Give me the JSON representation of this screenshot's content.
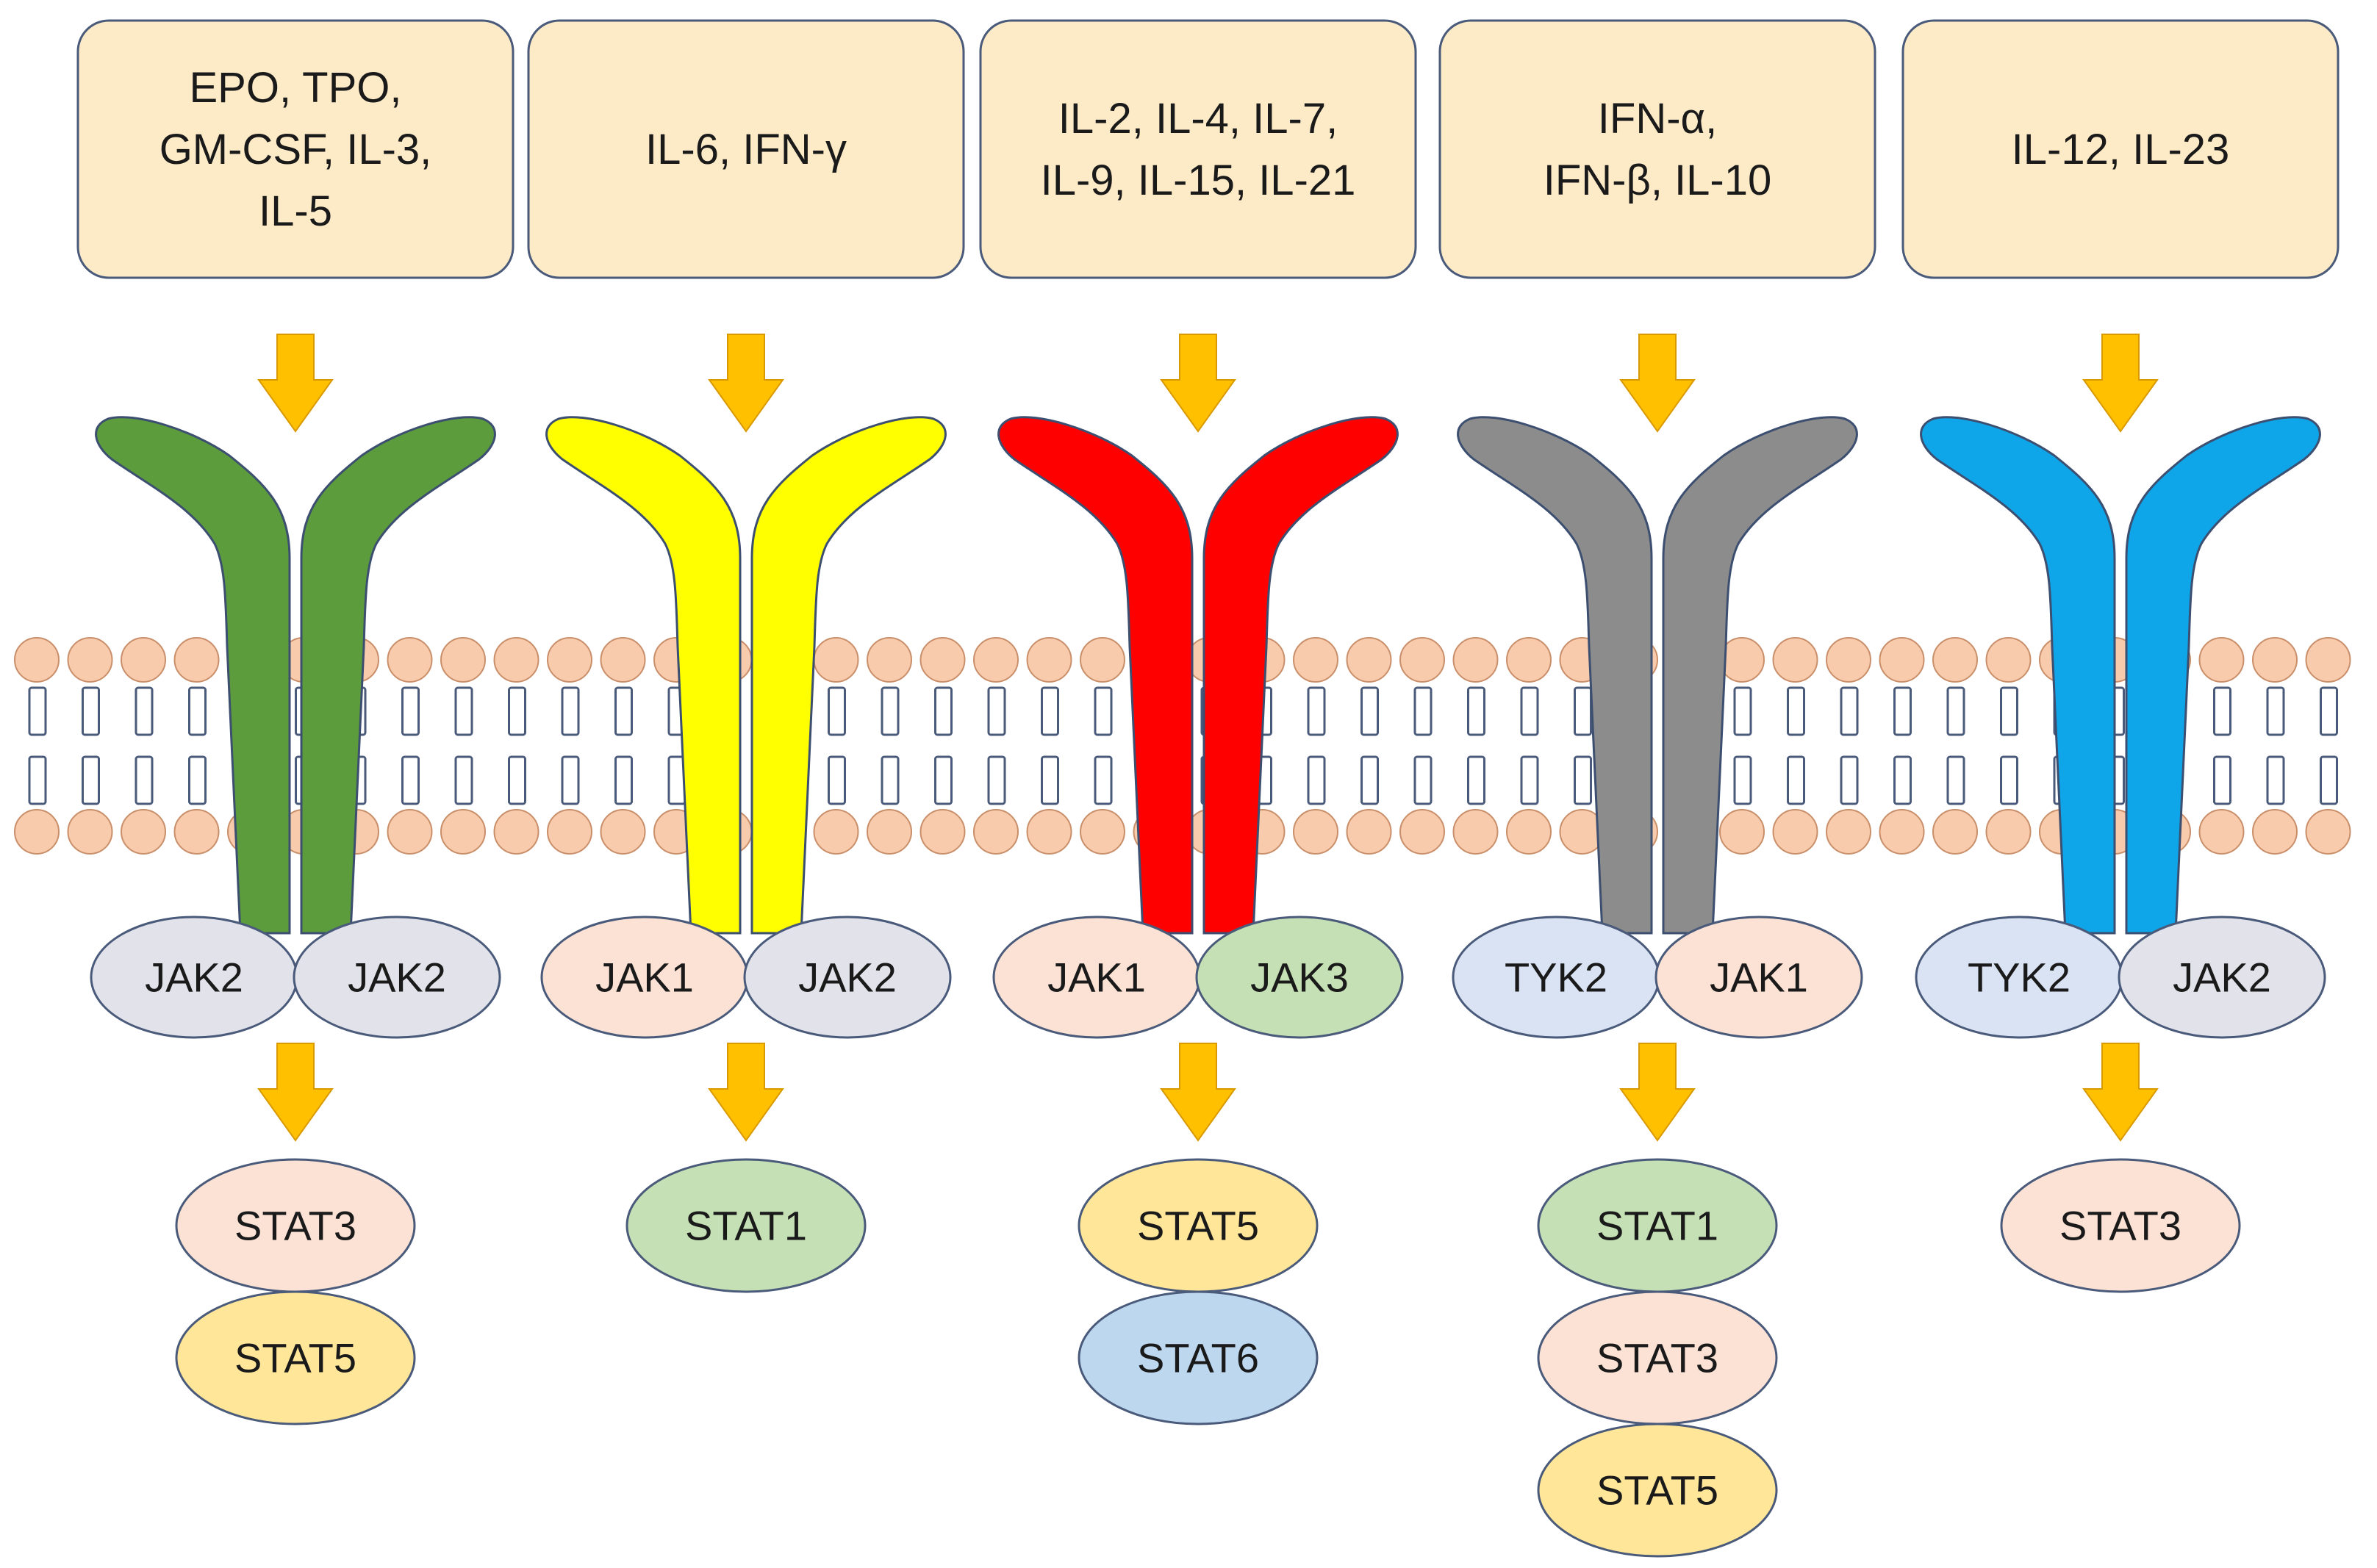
{
  "colors": {
    "ligand_box": "#fdebc8",
    "arrow": "#ffc000",
    "membrane_head": "#f8cbad",
    "jak_grey": "#e2e2ea",
    "jak_peach": "#fbe2d5",
    "jak_green": "#c5e0b4",
    "tyk_blue": "#dae3f3",
    "stat_peach": "#fbe2d5",
    "stat_yellow": "#ffe699",
    "stat_green": "#c5e0b4",
    "stat_blue": "#bdd7ee"
  },
  "pathways": [
    {
      "ligands": [
        "EPO, TPO,",
        "GM-CSF, IL-3,",
        "IL-5"
      ],
      "receptor_color": "#5c9c3c",
      "jaks": [
        {
          "label": "JAK2",
          "color": "#e2e2ea"
        },
        {
          "label": "JAK2",
          "color": "#e2e2ea"
        }
      ],
      "stats": [
        {
          "label": "STAT3",
          "color": "#fbe2d5"
        },
        {
          "label": "STAT5",
          "color": "#ffe699"
        }
      ]
    },
    {
      "ligands": [
        "IL-6, IFN-γ"
      ],
      "receptor_color": "#ffff00",
      "jaks": [
        {
          "label": "JAK1",
          "color": "#fbe2d5"
        },
        {
          "label": "JAK2",
          "color": "#e2e2ea"
        }
      ],
      "stats": [
        {
          "label": "STAT1",
          "color": "#c5e0b4"
        }
      ]
    },
    {
      "ligands": [
        "IL-2, IL-4, IL-7,",
        "IL-9, IL-15, IL-21"
      ],
      "receptor_color": "#ff0000",
      "jaks": [
        {
          "label": "JAK1",
          "color": "#fbe2d5"
        },
        {
          "label": "JAK3",
          "color": "#c5e0b4"
        }
      ],
      "stats": [
        {
          "label": "STAT5",
          "color": "#ffe699"
        },
        {
          "label": "STAT6",
          "color": "#bdd7ee"
        }
      ]
    },
    {
      "ligands": [
        "IFN-α,",
        "IFN-β, IL-10"
      ],
      "receptor_color": "#8c8c8c",
      "jaks": [
        {
          "label": "TYK2",
          "color": "#dae3f3"
        },
        {
          "label": "JAK1",
          "color": "#fbe2d5"
        }
      ],
      "stats": [
        {
          "label": "STAT1",
          "color": "#c5e0b4"
        },
        {
          "label": "STAT3",
          "color": "#fbe2d5"
        },
        {
          "label": "STAT5",
          "color": "#ffe699"
        }
      ]
    },
    {
      "ligands": [
        "IL-12, IL-23"
      ],
      "receptor_color": "#0ea5e9",
      "jaks": [
        {
          "label": "TYK2",
          "color": "#dae3f3"
        },
        {
          "label": "JAK2",
          "color": "#e2e2ea"
        }
      ],
      "stats": [
        {
          "label": "STAT3",
          "color": "#fbe2d5"
        }
      ]
    }
  ]
}
